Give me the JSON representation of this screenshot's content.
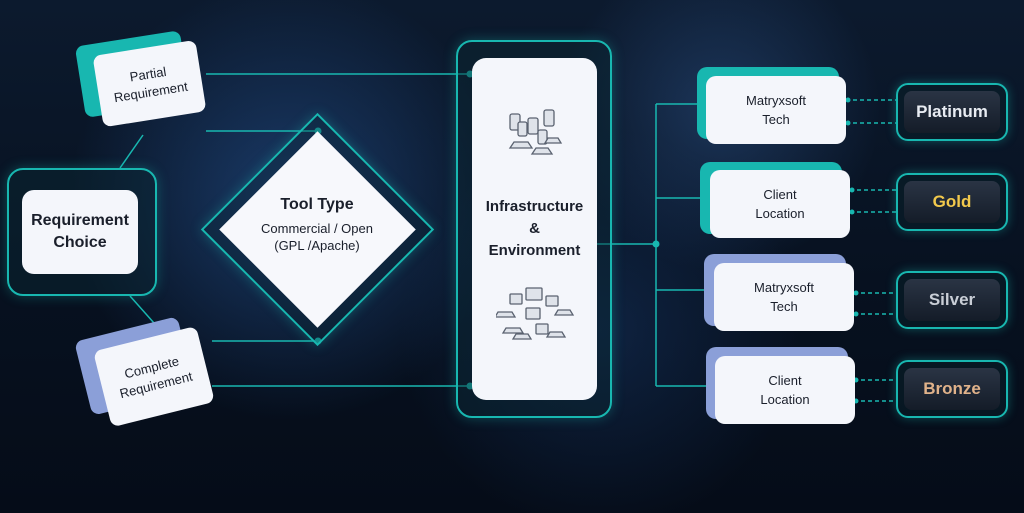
{
  "requirement_choice": {
    "label_line1": "Requirement",
    "label_line2": "Choice"
  },
  "partial_requirement": {
    "line1": "Partial",
    "line2": "Requirement"
  },
  "complete_requirement": {
    "line1": "Complete",
    "line2": "Requirement"
  },
  "tool_type": {
    "title": "Tool Type",
    "line1": "Commercial / Open",
    "line2": "(GPL /Apache)"
  },
  "infrastructure": {
    "line1": "Infrastructure",
    "line2": "&",
    "line3": "Environment",
    "top_icon": "laptops-icon",
    "bottom_icon": "network-computers-icon"
  },
  "locations": [
    {
      "line1": "Matryxsoft",
      "line2": "Tech",
      "accent": "#18b7b0"
    },
    {
      "line1": "Client",
      "line2": "Location",
      "accent": "#18b7b0"
    },
    {
      "line1": "Matryxsoft",
      "line2": "Tech",
      "accent": "#8b9fd8"
    },
    {
      "line1": "Client",
      "line2": "Location",
      "accent": "#8b9fd8"
    }
  ],
  "tiers": [
    {
      "label": "Platinum",
      "color": "#e8ecf2"
    },
    {
      "label": "Gold",
      "color": "#f2c94c"
    },
    {
      "label": "Silver",
      "color": "#c9ced6"
    },
    {
      "label": "Bronze",
      "color": "#e0b28a"
    }
  ],
  "colors": {
    "accent": "#18b7b0",
    "card": "#f4f6fb",
    "lavender": "#8b9fd8"
  }
}
